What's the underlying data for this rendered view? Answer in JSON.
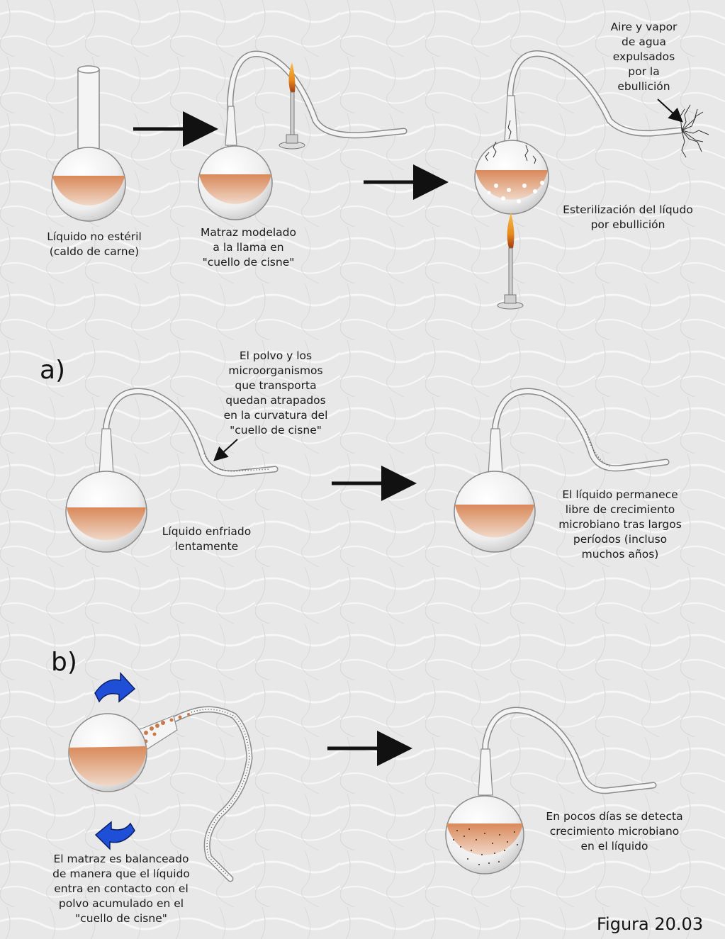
{
  "sections": {
    "a": "a)",
    "b": "b)"
  },
  "labels": {
    "nonsterile": "Líquido no estéril\n(caldo de carne)",
    "shaped": "Matraz modelado\na la llama en\n\"cuello de cisne\"",
    "air_vapor": "Aire y vapor\nde agua\nexpulsados\npor la\nebullición",
    "sterilization": "Esterilización del líqudo\npor ebullición",
    "dust_trapped": "El polvo y los\nmicroorganismos\nque transporta\nquedan atrapados\nen la curvatura del\n\"cuello de cisne\"",
    "cooled": "Líquido enfriado\nlentamente",
    "remains_free": "El líquido permanece\nlibre de crecimiento\nmicrobiano tras largos\nperíodos (incluso\nmuchos años)",
    "tilted": "El matraz es balanceado\nde manera que el líquido\nentra en contacto con el\npolvo acumulado en el\n\"cuello de cisne\"",
    "growth": "En pocos días se detecta\ncrecimiento microbiano\nen el líquido"
  },
  "caption": "Figura 20.03",
  "colors": {
    "background": "#e9e9e9",
    "glass": "#f4f4f4",
    "glass_outline": "#8a8a8a",
    "broth": "#c97a48",
    "arrow": "#111111",
    "rotate_arrow": "#1f4fd6",
    "flame": "#e8891c"
  }
}
